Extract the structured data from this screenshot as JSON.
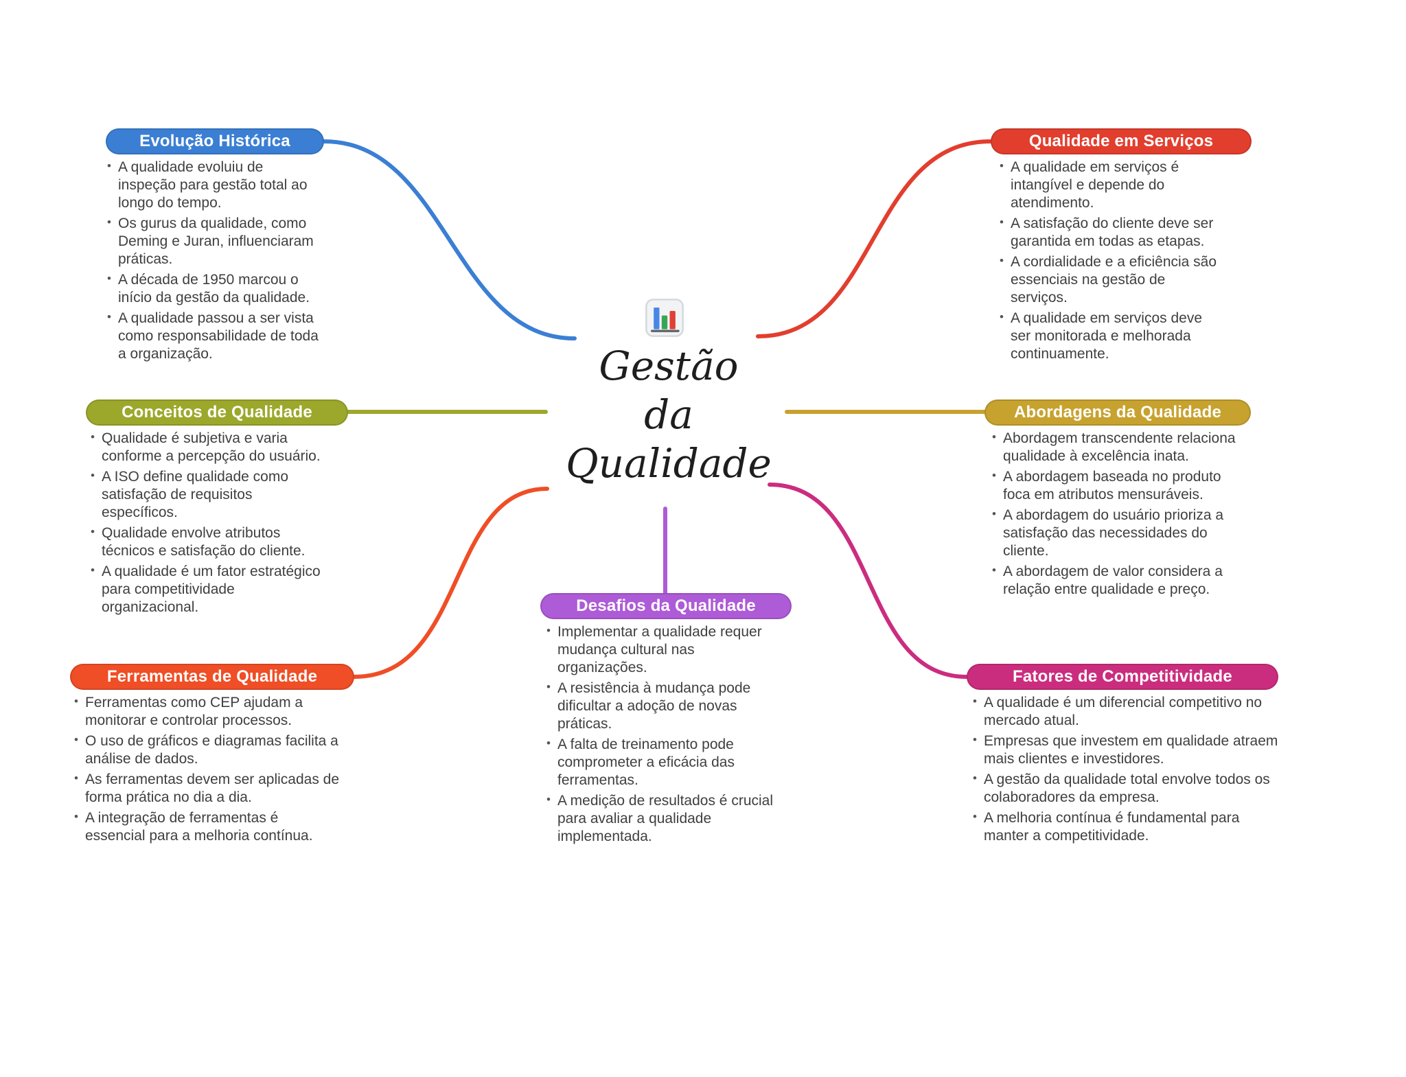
{
  "center": {
    "icon": "bar-chart-icon",
    "title_lines": [
      "Gestão",
      "da",
      "Qualidade"
    ]
  },
  "colors": {
    "background": "#ffffff",
    "body_text": "#3f3f3f",
    "title_text": "#1e1e1e"
  },
  "branches": [
    {
      "id": "evolucao-historica",
      "label": "Evolução Histórica",
      "color": "#3b7fd4",
      "bullets": [
        "A qualidade evoluiu de inspeção para gestão total ao longo do tempo.",
        "Os gurus da qualidade, como Deming e Juran, influenciaram práticas.",
        "A década de 1950 marcou o início da gestão da qualidade.",
        "A qualidade passou a ser vista como responsabilidade de toda a organização."
      ]
    },
    {
      "id": "qualidade-em-servicos",
      "label": "Qualidade em Serviços",
      "color": "#e23e2e",
      "bullets": [
        "A qualidade em serviços é intangível e depende do atendimento.",
        "A satisfação do cliente deve ser garantida em todas as etapas.",
        "A cordialidade e a eficiência são essenciais na gestão de serviços.",
        "A qualidade em serviços deve ser monitorada e melhorada continuamente."
      ]
    },
    {
      "id": "conceitos-de-qualidade",
      "label": "Conceitos de Qualidade",
      "color": "#9ca82b",
      "bullets": [
        "Qualidade é subjetiva e varia conforme a percepção do usuário.",
        "A ISO define qualidade como satisfação de requisitos específicos.",
        "Qualidade envolve atributos técnicos e satisfação do cliente.",
        "A qualidade é um fator estratégico para competitividade organizacional."
      ]
    },
    {
      "id": "abordagens-da-qualidade",
      "label": "Abordagens da Qualidade",
      "color": "#c7a22e",
      "bullets": [
        "Abordagem transcendente relaciona qualidade à excelência inata.",
        "A abordagem baseada no produto foca em atributos mensuráveis.",
        "A abordagem do usuário prioriza a satisfação das necessidades do cliente.",
        "A abordagem de valor considera a relação entre qualidade e preço."
      ]
    },
    {
      "id": "ferramentas-de-qualidade",
      "label": "Ferramentas de Qualidade",
      "color": "#ef4e26",
      "bullets": [
        "Ferramentas como CEP ajudam a monitorar e controlar processos.",
        "O uso de gráficos e diagramas facilita a análise de dados.",
        "As ferramentas devem ser aplicadas de forma prática no dia a dia.",
        "A integração de ferramentas é essencial para a melhoria contínua."
      ]
    },
    {
      "id": "desafios-da-qualidade",
      "label": "Desafios da Qualidade",
      "color": "#ae5bd7",
      "bullets": [
        "Implementar a qualidade requer mudança cultural nas organizações.",
        "A resistência à mudança pode dificultar a adoção de novas práticas.",
        "A falta de treinamento pode comprometer a eficácia das ferramentas.",
        "A medição de resultados é crucial para avaliar a qualidade implementada."
      ]
    },
    {
      "id": "fatores-de-competitividade",
      "label": "Fatores de Competitividade",
      "color": "#cb2d7e",
      "bullets": [
        "A qualidade é um diferencial competitivo no mercado atual.",
        "Empresas que investem em qualidade atraem mais clientes e investidores.",
        "A gestão da qualidade total envolve todos os colaboradores da empresa.",
        "A melhoria contínua é fundamental para manter a competitividade."
      ]
    }
  ]
}
